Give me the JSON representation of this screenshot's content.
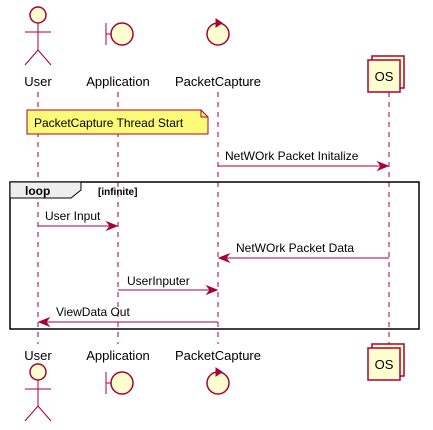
{
  "participants": {
    "user": "User",
    "application": "Application",
    "packet_capture": "PacketCapture",
    "os": "OS"
  },
  "note": "PacketCapture Thread Start",
  "messages": {
    "m1": "NetWOrk Packet Initalize",
    "m2": "User Input",
    "m3": "NetWOrk Packet Data",
    "m4": "UserInputer",
    "m5": "ViewData Out"
  },
  "loop": {
    "keyword": "loop",
    "condition": "[infinite]"
  },
  "colors": {
    "line": "#A80036",
    "participant_fill": "#FEFECE",
    "note_fill": "#FBFB77",
    "loop_border": "#000000"
  },
  "icons": {
    "user": "actor-stick-figure-icon",
    "application": "boundary-icon",
    "packet_capture": "control-icon",
    "os": "collections-box-icon"
  }
}
